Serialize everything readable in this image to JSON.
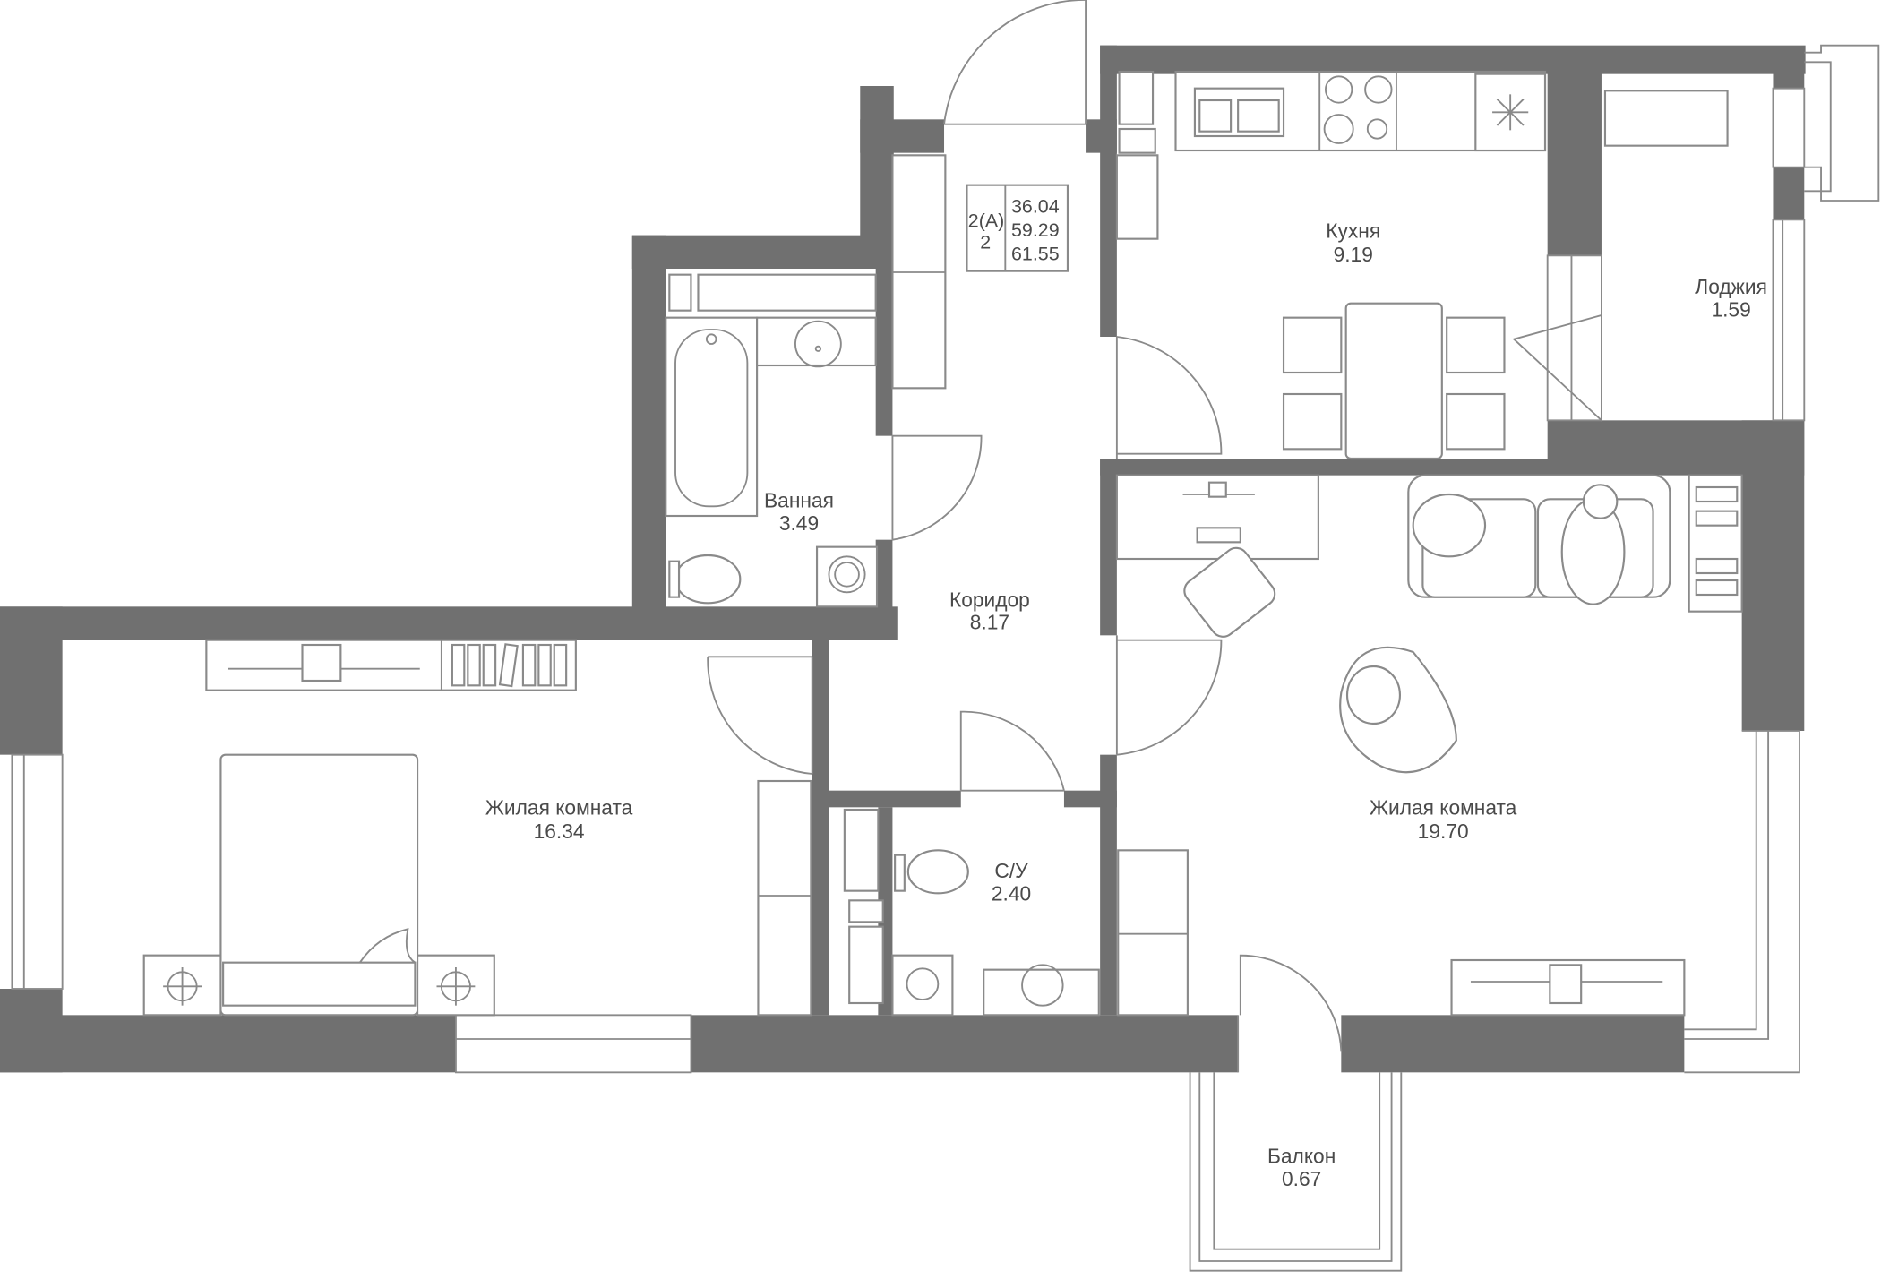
{
  "plan_info": {
    "type_code": "2(A)",
    "rooms_count": "2",
    "living_area": "36.04",
    "total_area": "59.29",
    "total_area_with_balconies": "61.55"
  },
  "rooms": [
    {
      "id": "kitchen",
      "name": "Кухня",
      "area": "9.19"
    },
    {
      "id": "loggia",
      "name": "Лоджия",
      "area": "1.59"
    },
    {
      "id": "bathroom",
      "name": "Ванная",
      "area": "3.49"
    },
    {
      "id": "corridor",
      "name": "Коридор",
      "area": "8.17"
    },
    {
      "id": "bedroom",
      "name": "Жилая комната",
      "area": "16.34"
    },
    {
      "id": "wc",
      "name": "С/У",
      "area": "2.40"
    },
    {
      "id": "living",
      "name": "Жилая комната",
      "area": "19.70"
    },
    {
      "id": "balcony",
      "name": "Балкон",
      "area": "0.67"
    }
  ],
  "colors": {
    "wall": "#707070",
    "line": "#8a8a8a",
    "text": "#4a4a4a",
    "background": "#ffffff"
  }
}
